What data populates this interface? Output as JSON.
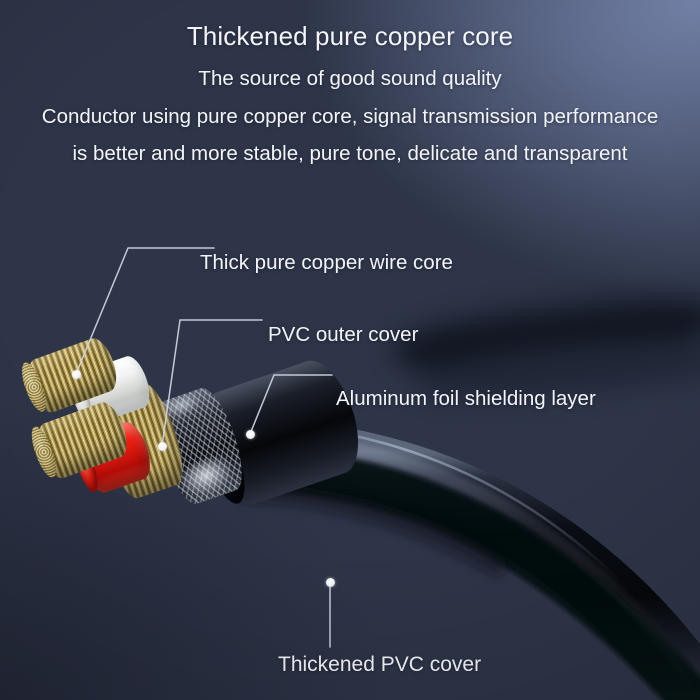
{
  "header": {
    "title": "Thickened pure copper core",
    "subtitle_lines": [
      "The source of good sound quality",
      "Conductor using pure copper core, signal transmission performance",
      "is better and more stable, pure tone, delicate and transparent"
    ]
  },
  "callouts": [
    {
      "id": "copper-core",
      "label": "Thick pure copper wire core"
    },
    {
      "id": "pvc-outer-cover",
      "label": "PVC outer cover"
    },
    {
      "id": "foil-shield",
      "label": "Aluminum foil shielding layer"
    },
    {
      "id": "thickened-pvc",
      "label": "Thickened PVC cover"
    }
  ],
  "colors": {
    "background_top_left": "#4b5474",
    "background_top_right": "#7182ab",
    "background_bottom_left": "#2e3548",
    "text": "#f3f5f9",
    "copper": "#c3ad63",
    "copper_highlight": "#eadb9f",
    "red_sleeve": "#ee2015",
    "white_sleeve": "#f2f3f2",
    "outer_jacket": "#05070b",
    "leader_line": "#cfd6e4",
    "marker_dot": "#ffffff"
  },
  "diagram": {
    "subject": "audio-cable-cutaway",
    "layers": [
      "copper conductor bundle (upper)",
      "copper conductor bundle (lower)",
      "white PVC insulation sleeve",
      "red PVC insulation sleeve",
      "copper braid shield",
      "aluminum foil shielding mesh",
      "black PVC outer jacket"
    ]
  }
}
